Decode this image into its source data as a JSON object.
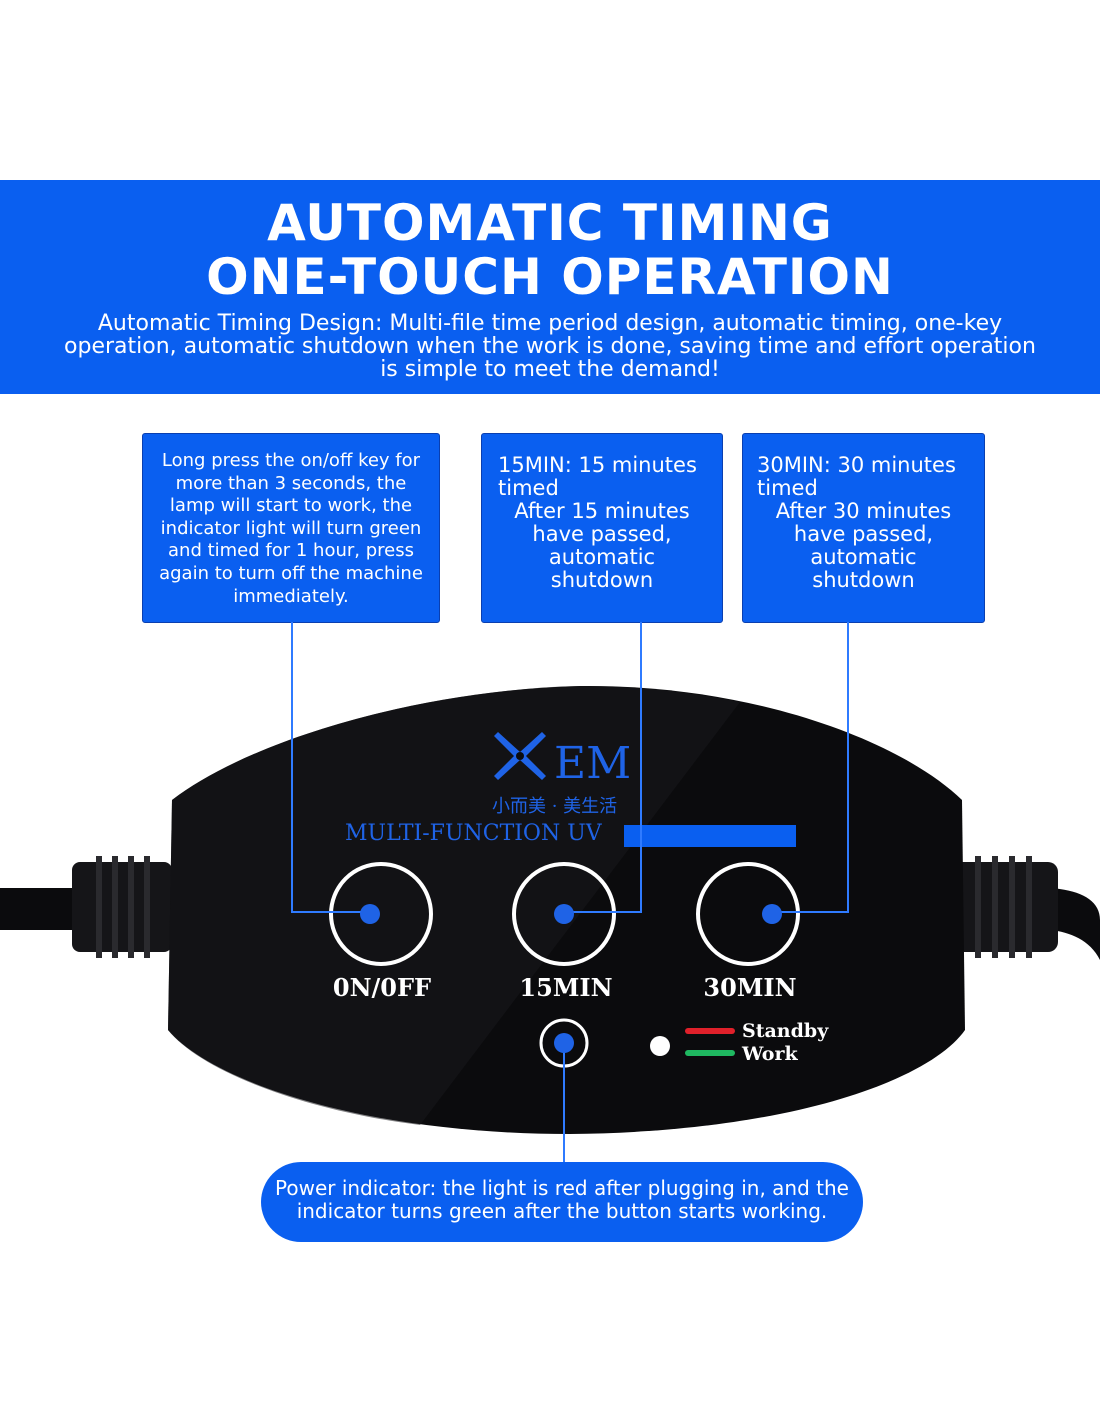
{
  "banner": {
    "title_line1": "AUTOMATIC TIMING",
    "title_line2": "ONE-TOUCH OPERATION",
    "description": "Automatic Timing Design: Multi-file time period design, automatic timing, one-key operation, automatic shutdown when the work is done, saving time and effort operation is simple to meet the demand!"
  },
  "callouts": {
    "onoff": "Long press the on/off key for more than 3 seconds, the lamp will start to work, the indicator light will turn green and timed for 1 hour, press again to turn off the machine immediately.",
    "min15_head": "15MIN: 15 minutes timed",
    "min15_body": "After 15 minutes have passed, automatic shutdown",
    "min30_head": "30MIN: 30 minutes timed",
    "min30_body": "After 30 minutes have passed, automatic shutdown",
    "power": "Power indicator: the light is red after plugging in, and the indicator turns green after the button starts working."
  },
  "device": {
    "brand": "EM",
    "slogan": "小而美 · 美生活",
    "product_line": "MULTI-FUNCTION UV",
    "btn_onoff": "0N/0FF",
    "btn_15": "15MIN",
    "btn_30": "30MIN",
    "legend_standby": "Standby",
    "legend_work": "Work"
  },
  "colors": {
    "accent_blue": "#0a5ff0",
    "device_body": "#0b0b0d",
    "standby_red": "#e0202a",
    "work_green": "#1fb860"
  }
}
